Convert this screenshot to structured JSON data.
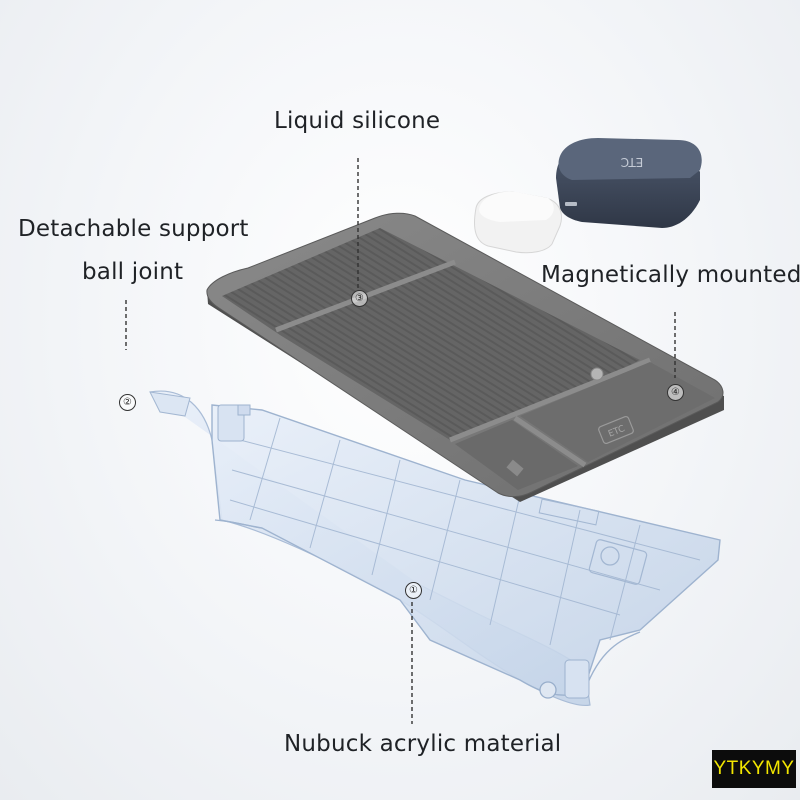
{
  "labels": {
    "liquid_silicone": "Liquid silicone",
    "detachable_line1": "Detachable support",
    "detachable_line2": "ball joint",
    "magnetically_mounted": "Magnetically mounted",
    "nubuck_acrylic": "Nubuck acrylic material"
  },
  "markers": {
    "m1": "①",
    "m2": "②",
    "m3": "③",
    "m4": "④"
  },
  "tray_text": {
    "device_label": "ETC",
    "compartment_label": "ETC"
  },
  "brand": {
    "logo_text": "YTKYMY",
    "logo_text_color": "#f2e600",
    "logo_bg_color": "#0c0c0c"
  },
  "colors": {
    "silicone_tray": "#6b6b6b",
    "acrylic_base": "#c9d8ec",
    "etc_box": "#3f4a5c",
    "white_block": "#f3f3f3"
  }
}
